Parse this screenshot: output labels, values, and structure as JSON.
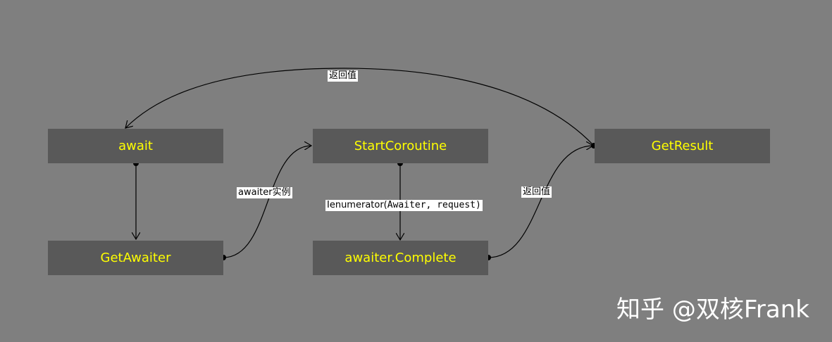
{
  "nodes": {
    "await": "await",
    "get_awaiter": "GetAwaiter",
    "start_coroutine": "StartCoroutine",
    "awaiter_complete": "awaiter.Complete",
    "get_result": "GetResult"
  },
  "edge_labels": {
    "top_return": "返回值",
    "awaiter_instance": "awaiter实例",
    "ienumerator_prefix": "Ienumerator(",
    "ienumerator_args": "Awaiter, request)",
    "right_return": "返回值"
  },
  "watermark": "知乎 @双核Frank",
  "colors": {
    "background": "#7f7f7f",
    "box": "#595959",
    "box_text": "#ffff00",
    "arrow": "#000000"
  }
}
